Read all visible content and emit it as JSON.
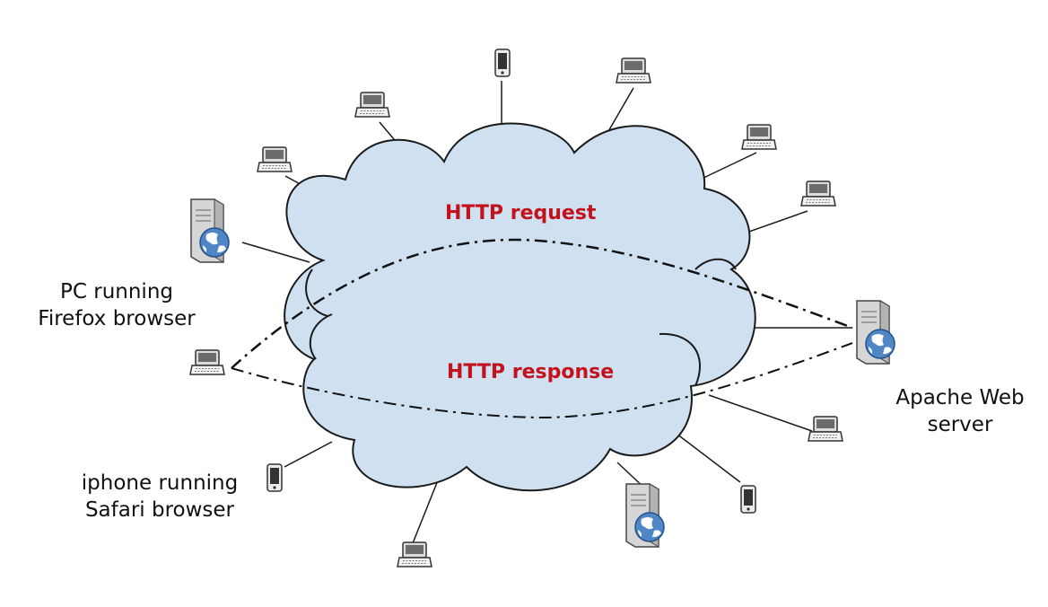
{
  "labels": {
    "http_request": "HTTP request",
    "http_response": "HTTP response",
    "pc_line1": "PC running",
    "pc_line2": "Firefox browser",
    "iphone_line1": "iphone running",
    "iphone_line2": "Safari browser",
    "apache_line1": "Apache Web",
    "apache_line2": "server"
  },
  "colors": {
    "cloud_fill": "#cfe1f1",
    "cloud_stroke": "#1a1a1a",
    "label_red": "#c4121c",
    "line": "#1a1a1a"
  },
  "icons": {
    "laptop": "laptop-icon",
    "phone": "phone-icon",
    "server": "server-icon",
    "globe": "globe-icon"
  }
}
